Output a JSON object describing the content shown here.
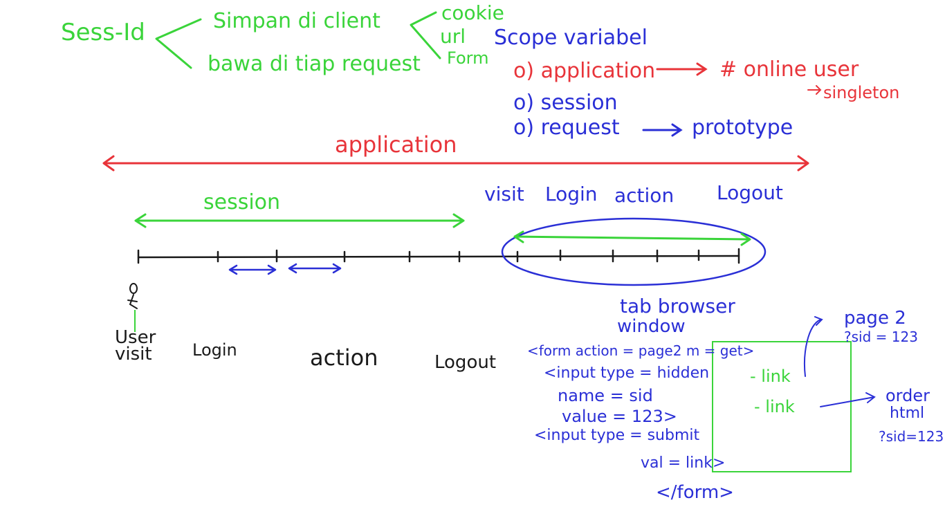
{
  "colors": {
    "green": "#3ad43a",
    "red": "#e8343a",
    "blue": "#2a2fd6",
    "black": "#1a1a1a"
  },
  "top_notes": {
    "sess_id": "Sess-Id",
    "store_client": "Simpan di client",
    "carry_request": "bawa di tiap request",
    "cookie": "cookie",
    "url": "url",
    "form": "Form"
  },
  "scope": {
    "title": "Scope variabel",
    "app_label": "o) application",
    "app_note": "# online user",
    "app_note2": "singleton",
    "session_label": "o) session",
    "request_label": "o) request",
    "request_note": "prototype"
  },
  "timeline": {
    "application_label": "application",
    "session_label": "session",
    "right_events": [
      "visit",
      "Login",
      "action",
      "Logout"
    ],
    "user_label": "User",
    "bottom_events": [
      "visit",
      "Login",
      "action",
      "Logout"
    ]
  },
  "tab": {
    "title1": "tab browser",
    "title2": "window",
    "link1": "- link",
    "link2": "- link",
    "page2": "page 2",
    "page2_sid": "?sid = 123",
    "order1": "order",
    "order2": "html",
    "order_sid": "?sid=123"
  },
  "form_code": [
    "<form action = page2  m = get>",
    "<input type = hidden",
    "name = sid",
    "value = 123>",
    "<input type = submit",
    "val = link>",
    "</form>"
  ]
}
